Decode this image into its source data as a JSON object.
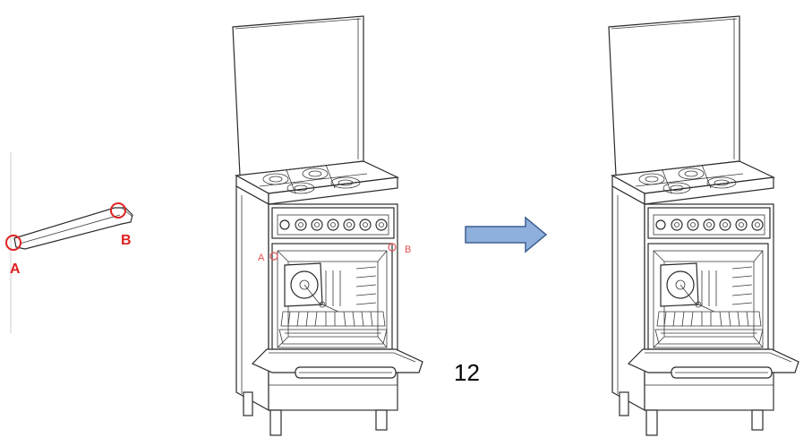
{
  "handle_part": {
    "label_a": "A",
    "label_b": "B",
    "marker_color": "#e02020"
  },
  "stove_before": {
    "label_a": "A",
    "label_b": "B",
    "marker_color": "#e05050"
  },
  "arrow": {
    "fill": "#8fb0dc",
    "stroke": "#3e5f8f"
  },
  "step_number": "12"
}
